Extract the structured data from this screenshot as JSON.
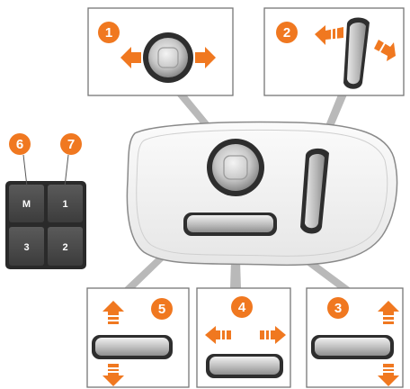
{
  "callouts": {
    "c1": "1",
    "c2": "2",
    "c3": "3",
    "c4": "4",
    "c5": "5",
    "c6": "6",
    "c7": "7"
  },
  "memory_keys": {
    "m": "M",
    "k1": "1",
    "k2": "2",
    "k3": "3"
  },
  "colors": {
    "callout_fill": "#f07820",
    "arrow_fill": "#f07820",
    "panel_border": "#777777",
    "key_fill": "#4a4a4a",
    "control_dark": "#3a3a3a"
  },
  "icons": {
    "arrow": "orange-direction-arrow",
    "joystick": "joystick-knob-icon",
    "rocker": "seat-back-rocker-icon",
    "slider": "cushion-slider-icon"
  }
}
